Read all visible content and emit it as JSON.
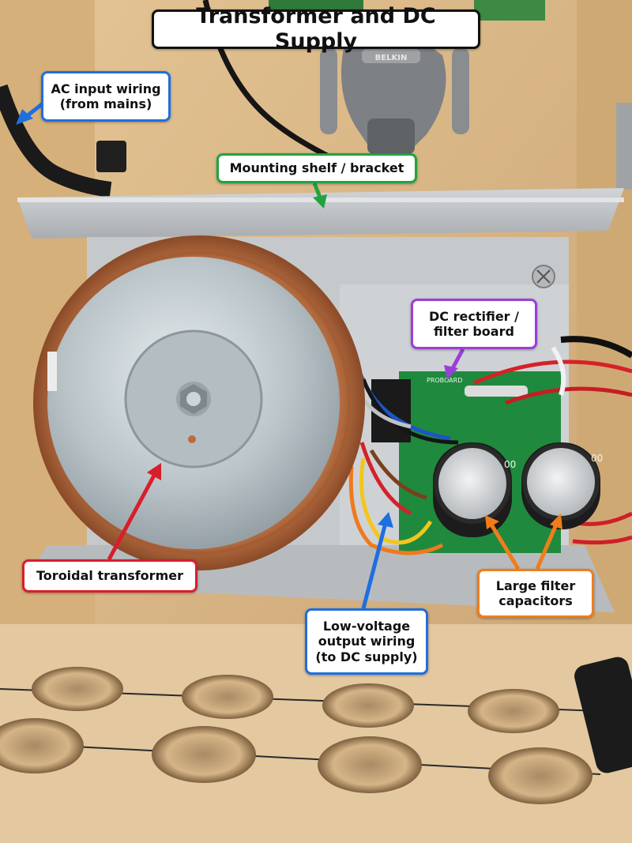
{
  "title": "Transformer and DC Supply",
  "labels": {
    "ac_input": {
      "line1": "AC input wiring",
      "line2": "(from mains)",
      "color": "#1e6fe0"
    },
    "shelf": {
      "line1": "Mounting shelf / bracket",
      "color": "#22a340"
    },
    "rectifier": {
      "line1": "DC rectifier /",
      "line2": "filter board",
      "color": "#9b3fd8"
    },
    "toroid": {
      "line1": "Toroidal transformer",
      "color": "#d81e2c"
    },
    "capacitors": {
      "line1": "Large filter",
      "line2": "capacitors",
      "color": "#f07d1a"
    },
    "low_voltage": {
      "line1": "Low-voltage",
      "line2": "output wiring",
      "line3": "(to DC supply)",
      "color": "#1e6fe0"
    }
  },
  "photo_text": {
    "belkin_logo": "BELKIN",
    "board_silk": "PROBOARD",
    "cap_left_marking": "00",
    "cap_right_marking": "00"
  }
}
